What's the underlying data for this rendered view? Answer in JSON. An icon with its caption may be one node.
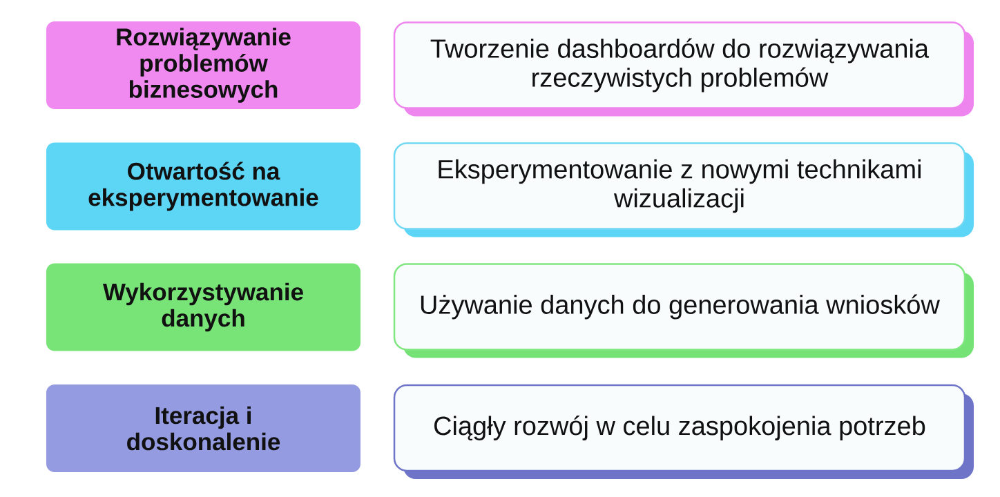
{
  "diagram": {
    "nodes": [
      {
        "text": [
          "Rozwiązywanie problemów biznesowych"
        ]
      },
      {
        "text": [
          "Tworzenie dashboardów do rozwiązywania rzeczywistych problemów"
        ]
      },
      {
        "text": [
          "Otwartość na eksperymentowanie"
        ]
      },
      {
        "text": [
          "Eksperymentowanie z nowymi technikami wizualizacji"
        ]
      },
      {
        "text": [
          "Wykorzystywanie danych"
        ]
      },
      {
        "text": [
          "Używanie danych do generowania wniosków"
        ]
      },
      {
        "text": [
          "Iteracja i doskonalenie"
        ]
      },
      {
        "text": [
          "Ciągły rozwój w celu zaspokojenia potrzeb"
        ]
      }
    ]
  }
}
